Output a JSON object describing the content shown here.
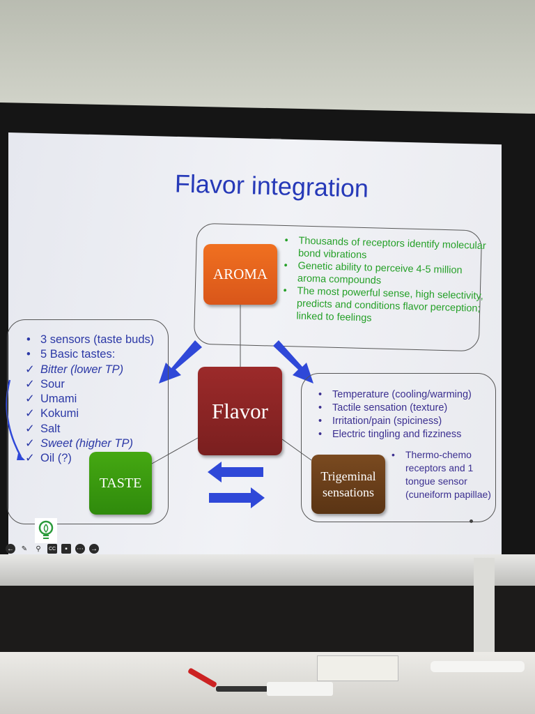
{
  "slide": {
    "title": "Flavor integration",
    "center": "Flavor",
    "aroma": {
      "label": "AROMA",
      "bullets": [
        "Thousands of receptors identify molecular bond vibrations",
        "Genetic ability to perceive 4-5 million aroma compounds",
        "The most powerful sense, high selectivity, predicts and conditions flavor perception; linked to feelings"
      ]
    },
    "taste": {
      "label": "TASTE",
      "bullets": [
        "3 sensors (taste buds)",
        "5 Basic tastes:"
      ],
      "checks": [
        "Bitter (lower TP)",
        "Sour",
        "Umami",
        "Kokumi",
        "Salt",
        "Sweet (higher TP)",
        "Oil (?)"
      ]
    },
    "trigeminal": {
      "label_line1": "Trigeminal",
      "label_line2": "sensations",
      "bullets": [
        "Temperature (cooling/warming)",
        "Tactile sensation (texture)",
        "Irritation/pain (spiciness)",
        "Electric tingling and fizziness"
      ],
      "side_note": "Thermo-chemo receptors and 1 tongue sensor (cuneiform papillae)"
    },
    "colors": {
      "aroma": "#e8621a",
      "taste": "#3a9a10",
      "flavor": "#8b2424",
      "trigeminal": "#6b3f1a",
      "arrow": "#2f48d8"
    }
  },
  "toolbar": {
    "icons": [
      "back-icon",
      "pen-icon",
      "zoom-icon",
      "captions-icon",
      "camera-icon",
      "more-icon",
      "forward-icon"
    ],
    "cc": "CC"
  }
}
